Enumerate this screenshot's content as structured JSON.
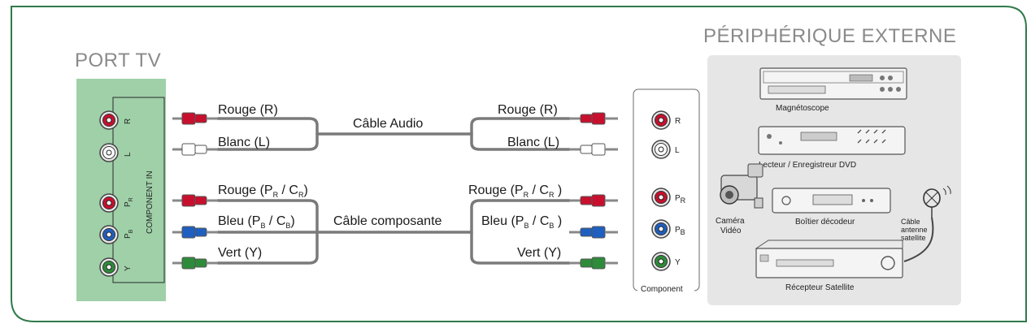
{
  "tv": {
    "title": "PORT TV",
    "vertical_label": "COMPONENT IN",
    "jacks": [
      {
        "id": "R",
        "label": "R",
        "color": "#c8102e"
      },
      {
        "id": "L",
        "label": "L",
        "color": "#ffffff"
      },
      {
        "id": "PR",
        "label": "P",
        "sub": "R",
        "color": "#c8102e"
      },
      {
        "id": "PB",
        "label": "P",
        "sub": "B",
        "color": "#1f5fbf"
      },
      {
        "id": "Y",
        "label": "Y",
        "color": "#2e8b3a"
      }
    ]
  },
  "cables": {
    "audio": {
      "name": "Câble Audio",
      "left": [
        {
          "text": "Rouge (R)"
        },
        {
          "text": "Blanc (L)"
        }
      ],
      "right": [
        {
          "text": "Rouge (R)"
        },
        {
          "text": "Blanc (L)"
        }
      ]
    },
    "component": {
      "name": "Câble composante",
      "left": [
        {
          "text": "Rouge (P",
          "sub1": "R",
          "mid": " / C",
          "sub2": "R",
          "end": ")"
        },
        {
          "text": "Bleu (P",
          "sub1": "B",
          "mid": " / C",
          "sub2": "B",
          "end": ")"
        },
        {
          "text": "Vert (Y)"
        }
      ],
      "right": [
        {
          "text": "Rouge (P",
          "sub1": "R",
          "mid": " / C",
          "sub2": "R",
          "end": " )"
        },
        {
          "text": "Bleu (P",
          "sub1": "B",
          "mid": " / C",
          "sub2": "B",
          "end": " )"
        },
        {
          "text": "Vert (Y)"
        }
      ]
    }
  },
  "component_panel": {
    "label": "Component",
    "jacks": [
      {
        "id": "R",
        "label": "R",
        "color": "#c8102e"
      },
      {
        "id": "L",
        "label": "L",
        "color": "#ffffff"
      },
      {
        "id": "PR",
        "label": "P",
        "sub": "R",
        "color": "#c8102e"
      },
      {
        "id": "PB",
        "label": "P",
        "sub": "B",
        "color": "#1f5fbf"
      },
      {
        "id": "Y",
        "label": "Y",
        "color": "#2e8b3a"
      }
    ]
  },
  "external": {
    "title": "PÉRIPHÉRIQUE EXTERNE",
    "devices": {
      "vcr": "Magnétoscope",
      "dvd": "Lecteur / Enregistreur DVD",
      "camera_line1": "Caméra",
      "camera_line2": "Vidéo",
      "decoder": "Boîtier décodeur",
      "antenna_line1": "Câble",
      "antenna_line2": "antenne",
      "antenna_line3": "satellite",
      "receiver": "Récepteur Satellite"
    }
  },
  "colors": {
    "frame": "#2f7a4a",
    "tv_panel": "#9fd0a8",
    "external_panel": "#e6e6e6",
    "red": "#c8102e",
    "white": "#ffffff",
    "blue": "#1f5fbf",
    "green": "#2e8b3a"
  }
}
